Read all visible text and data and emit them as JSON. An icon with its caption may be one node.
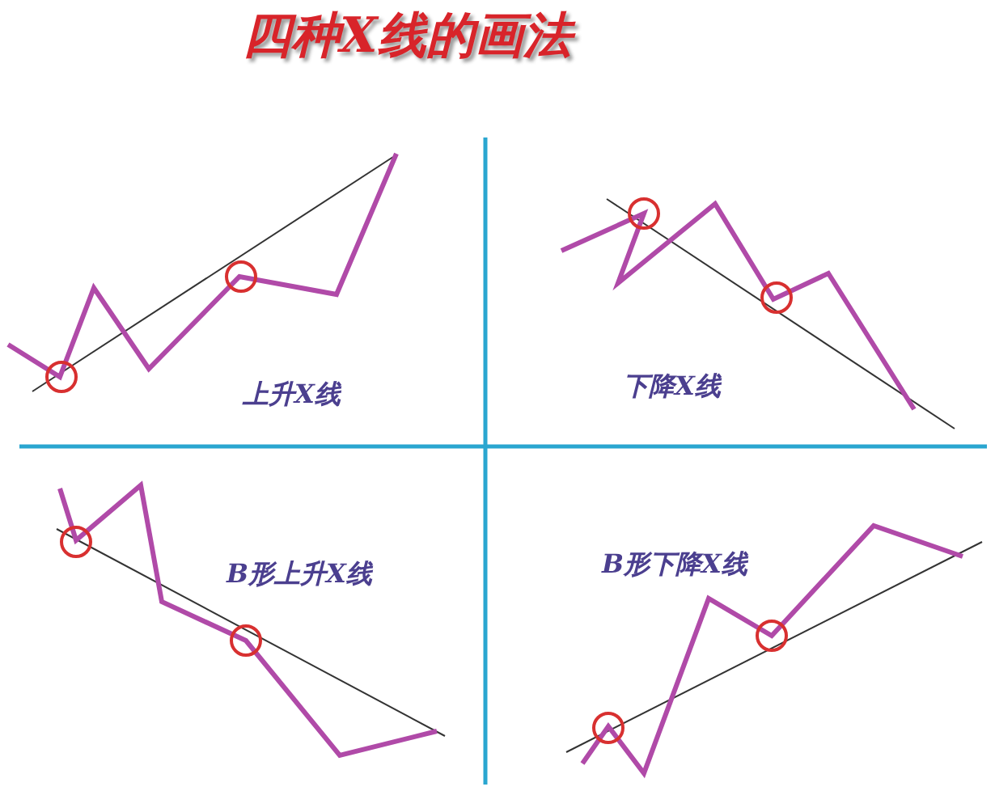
{
  "diagram": {
    "title": "四种X线的画法",
    "labels": [
      "上升X线",
      "下降X线",
      "B形上升X线",
      "B形下降X线"
    ]
  }
}
